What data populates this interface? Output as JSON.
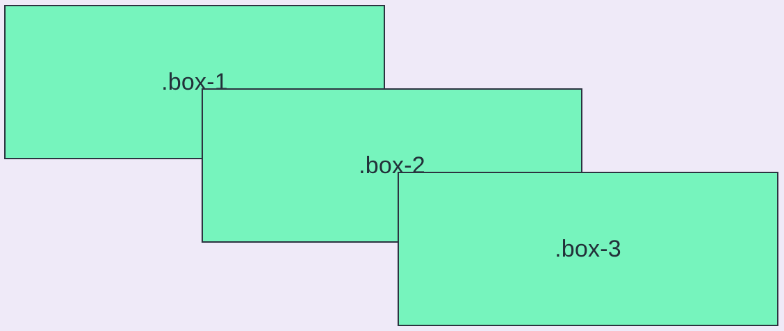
{
  "colors": {
    "background": "#efeaf8",
    "box_fill": "#76f4bd",
    "box_border": "#2c3340",
    "text": "#223039"
  },
  "boxes": [
    {
      "label": ".box-1"
    },
    {
      "label": ".box-2"
    },
    {
      "label": ".box-3"
    }
  ]
}
